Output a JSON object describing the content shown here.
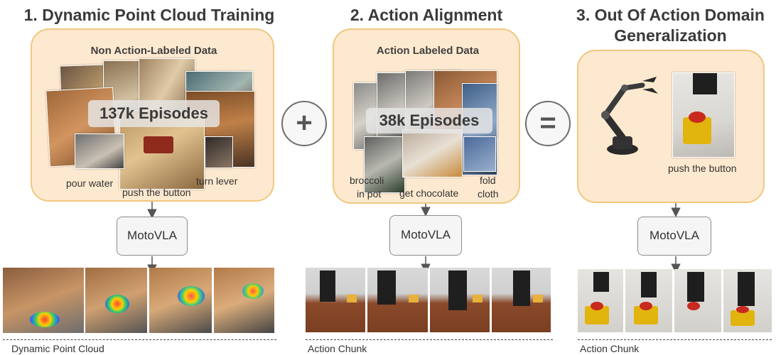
{
  "sections": {
    "s1": {
      "title": "1. Dynamic Point Cloud Training",
      "panel_heading": "Non Action-Labeled Data",
      "episodes": "137k Episodes",
      "captions": [
        "pour water",
        "push the button",
        "turn lever"
      ],
      "model": "MotoVLA",
      "output_label": "Dynamic Point Cloud"
    },
    "s2": {
      "title": "2. Action Alignment",
      "panel_heading": "Action Labeled Data",
      "episodes": "38k Episodes",
      "captions": [
        "broccoli",
        "in pot",
        "get chocolate",
        "fold",
        "cloth"
      ],
      "model": "MotoVLA",
      "output_label": "Action Chunk"
    },
    "s3": {
      "title_line1": "3. Out Of Action Domain",
      "title_line2": "Generalization",
      "caption": "push the button",
      "model": "MotoVLA",
      "output_label": "Action Chunk"
    }
  },
  "operators": {
    "plus": "+",
    "equals": "="
  },
  "colors": {
    "panel_fill": "#fde9cf",
    "panel_border": "#f1c77f",
    "arrow": "#555555",
    "model_border": "#8c8c8c"
  },
  "icons": [
    "plus-operator-icon",
    "equals-operator-icon",
    "robot-arm-icon",
    "down-arrow-icon"
  ]
}
